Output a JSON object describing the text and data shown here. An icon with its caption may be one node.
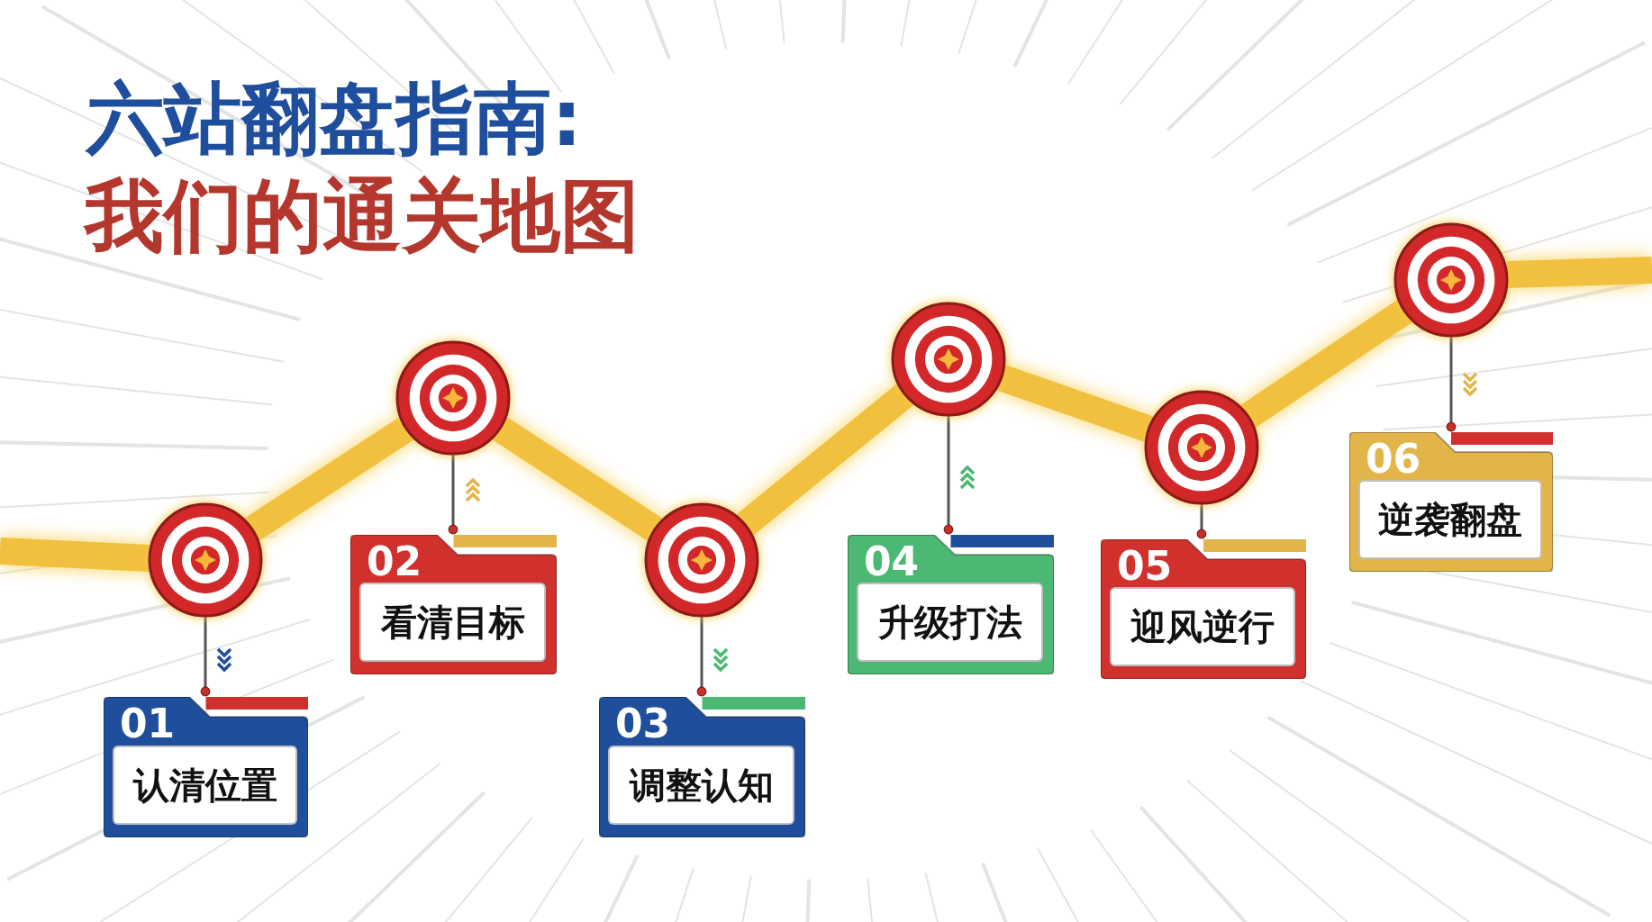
{
  "diagram": {
    "title": "六站翻盘指南:",
    "nodes": [
      {
        "text": [],
        "shape": "circle"
      },
      {
        "text": [
          "01",
          "认清位置"
        ]
      },
      {
        "text": [],
        "shape": "circle"
      },
      {
        "text": [
          "02",
          "看清目标"
        ]
      },
      {
        "text": [],
        "shape": "circle"
      },
      {
        "text": [
          "03",
          "调整认知"
        ]
      },
      {
        "text": [],
        "shape": "circle"
      },
      {
        "text": [
          "04",
          "升级打法"
        ]
      },
      {
        "text": [],
        "shape": "circle"
      },
      {
        "text": [
          "05",
          "迎风逆行"
        ]
      },
      {
        "text": [],
        "shape": "circle"
      },
      {
        "text": [
          "06",
          "逆袭翻盘"
        ]
      }
    ],
    "edges": [
      {
        "from": 0,
        "to": 2,
        "arrow": "none",
        "style": "thick",
        "color": "#f2c03f"
      },
      {
        "from": 2,
        "to": 4,
        "arrow": "none",
        "style": "thick",
        "color": "#f2c03f"
      },
      {
        "from": 4,
        "to": 6,
        "arrow": "none",
        "style": "thick",
        "color": "#f2c03f"
      },
      {
        "from": 6,
        "to": 8,
        "arrow": "none",
        "style": "thick",
        "color": "#f2c03f"
      },
      {
        "from": 8,
        "to": 10,
        "arrow": "none",
        "style": "thick",
        "color": "#f2c03f"
      },
      {
        "from": 0,
        "to": 1,
        "arrow": "other"
      },
      {
        "from": 2,
        "to": 3,
        "arrow": "other"
      },
      {
        "from": 4,
        "to": 5,
        "arrow": "other"
      },
      {
        "from": 6,
        "to": 7,
        "arrow": "other"
      },
      {
        "from": 8,
        "to": 9,
        "arrow": "other"
      },
      {
        "from": 10,
        "to": 11,
        "arrow": "other"
      }
    ],
    "labels": [
      "我们的通关地图"
    ]
  }
}
